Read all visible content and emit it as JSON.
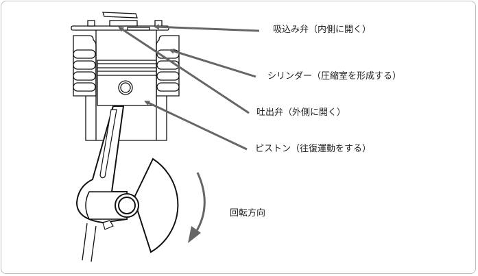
{
  "labels": {
    "intake_valve": "吸込み弁（内側に開く）",
    "cylinder": "シリンダー（圧縮室を形成する）",
    "discharge_valve": "吐出弁（外側に開く）",
    "piston": "ピストン（往復運動をする）",
    "rotation": "回転方向"
  },
  "colors": {
    "pointer": "#666666",
    "line": "#111111"
  }
}
